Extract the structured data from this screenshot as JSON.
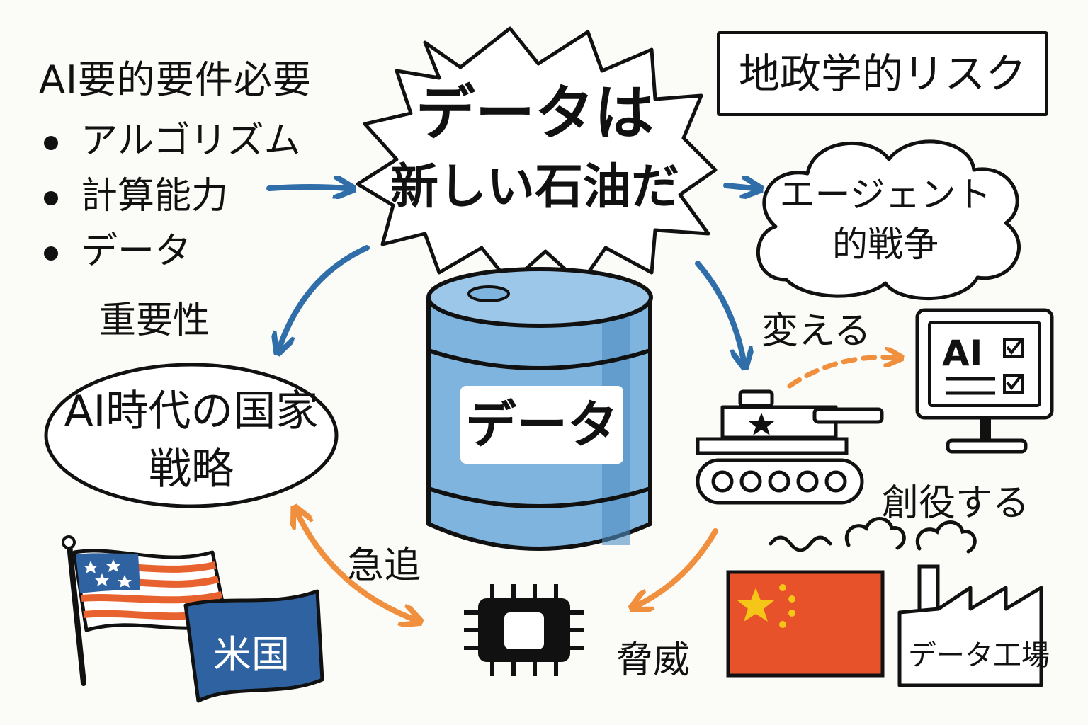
{
  "requirements": {
    "title": "AI要的要件必要",
    "items": [
      "アルゴリズム",
      "計算能力",
      "データ"
    ]
  },
  "center": {
    "line1": "データは",
    "line2": "新しい石油だ"
  },
  "risk_box": "地政学的リスク",
  "cloud": "エージェント的戦争",
  "labels": {
    "importance": "重要性",
    "change": "変える",
    "create": "創役する",
    "chase": "急追",
    "threat": "脅威"
  },
  "strategy": "AI時代の国家戦略",
  "barrel_label": "データ",
  "monitor_label": "AI",
  "us_flag_label": "米国",
  "factory_label": "データ工場",
  "colors": {
    "blue_arrow": "#2f6ea8",
    "orange_arrow": "#f0903e",
    "barrel": "#7fb4de",
    "flag_blue": "#2f62a0",
    "flag_red": "#e8622f",
    "china_red": "#e8522a",
    "china_star": "#f5c518"
  }
}
